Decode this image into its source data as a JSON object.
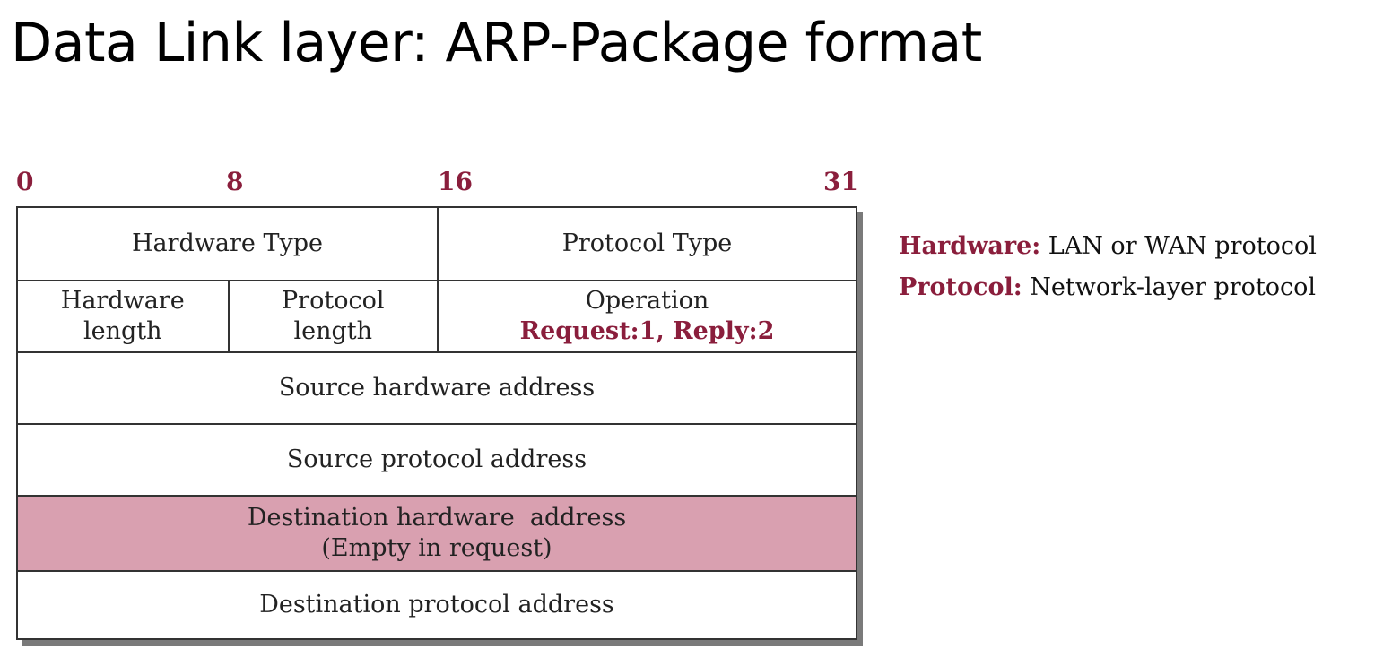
{
  "title": "Data Link layer: ARP-Package format",
  "bit_labels": [
    "0",
    "8",
    "16",
    "31"
  ],
  "fields": {
    "hardware_type": "Hardware Type",
    "protocol_type": "Protocol Type",
    "hardware_length": [
      "Hardware",
      "length"
    ],
    "protocol_length": [
      "Protocol",
      "length"
    ],
    "operation": "Operation",
    "operation_values": "Request:1, Reply:2",
    "source_hardware_address": "Source hardware address",
    "source_protocol_address": "Source protocol address",
    "destination_hardware_address": "Destination hardware  address",
    "destination_hardware_note": "(Empty in request)",
    "destination_protocol_address": "Destination protocol address"
  },
  "legend": [
    {
      "term": "Hardware:",
      "text": " LAN or WAN protocol"
    },
    {
      "term": "Protocol:",
      "text": " Network-layer protocol"
    }
  ],
  "colors": {
    "accent": "#8a1e3c",
    "highlight": "#d9a0b0",
    "border": "#333333"
  }
}
